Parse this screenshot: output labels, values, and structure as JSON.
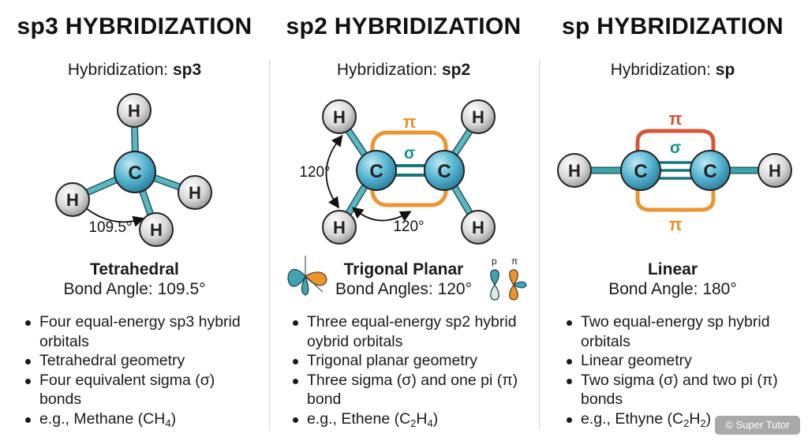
{
  "columns": [
    {
      "title": "sp3 HYBRIDIZATION",
      "hyb_prefix": "Hybridization: ",
      "hyb_value": "sp3",
      "atoms": {
        "center": "C",
        "h1": "H",
        "h2": "H",
        "h3": "H",
        "h4": "H"
      },
      "angle_label": "109.5°",
      "geometry": "Tetrahedral",
      "bond_angle": "Bond Angle: 109.5°",
      "bullets": [
        "Four equal-energy sp3 hybrid orbitals",
        "Tetrahedral geometry",
        "Four equivalent sigma (σ) bonds"
      ],
      "example": {
        "prefix": "e.g., Methane (CH",
        "sub1": "4",
        "suffix": ")"
      }
    },
    {
      "title": "sp2 HYBRIDIZATION",
      "hyb_prefix": "Hybridization: ",
      "hyb_value": "sp2",
      "atoms": {
        "c1": "C",
        "c2": "C",
        "h1": "H",
        "h2": "H",
        "h3": "H",
        "h4": "H"
      },
      "pi_label": "π",
      "sigma_label": "σ",
      "angle_label_1": "120°",
      "angle_label_2": "120°",
      "orbital_labels": {
        "p": "p",
        "pi": "π"
      },
      "geometry": "Trigonal Planar",
      "bond_angle": "Bond Angles: 120°",
      "bullets": [
        "Three equal-energy sp2 hybrid oybrid orbitals",
        "Trigonal planar geometry",
        "Three sigma (σ) and one pi (π) bond"
      ],
      "example": {
        "prefix": "e.g., Ethene (C",
        "sub1": "2",
        "mid": "H",
        "sub2": "4",
        "suffix": ")"
      }
    },
    {
      "title": "sp HYBRIDIZATION",
      "hyb_prefix": "Hybridization: ",
      "hyb_value": "sp",
      "atoms": {
        "c1": "C",
        "c2": "C",
        "h1": "H",
        "h2": "H"
      },
      "pi_label_top": "π",
      "pi_label_bottom": "π",
      "sigma_label": "σ",
      "geometry": "Linear",
      "bond_angle": "Bond Angle: 180°",
      "bullets": [
        "Two equal-energy sp hybrid orbitals",
        "Linear geometry",
        "Two sigma (σ) and two pi (π) bonds"
      ],
      "example": {
        "prefix": "e.g., Ethyne (C",
        "sub1": "2",
        "mid": "H",
        "sub2": "2",
        "suffix": ")"
      }
    }
  ],
  "watermark": "© Super Tutor",
  "colors": {
    "bond_teal": "#3f9ea6",
    "atom_carbon": "#58b6d2",
    "atom_hydrogen": "#d9d9d9",
    "pi_orange": "#eb9430",
    "pi_red": "#d9533a",
    "sigma_teal": "#18928f"
  }
}
